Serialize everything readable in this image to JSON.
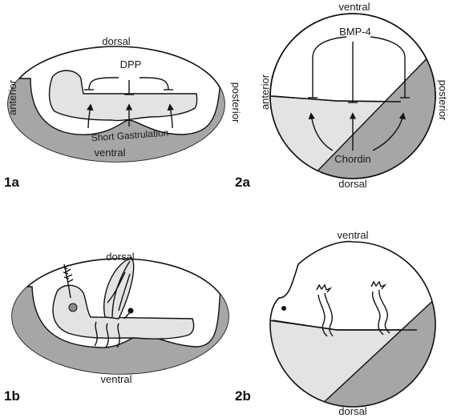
{
  "fig_1a": {
    "dorsal": "dorsal",
    "ventral": "ventral",
    "anterior": "anterior",
    "posterior": "posterior",
    "signal": "DPP",
    "antagonist": "Short Gastrulation",
    "panel": "1a"
  },
  "fig_2a": {
    "ventral": "ventral",
    "dorsal": "dorsal",
    "anterior": "anterior",
    "posterior": "posterior",
    "signal": "BMP-4",
    "antagonist": "Chordin",
    "panel": "2a"
  },
  "fig_1b": {
    "dorsal": "dorsal",
    "ventral": "ventral",
    "panel": "1b"
  },
  "fig_2b": {
    "ventral": "ventral",
    "dorsal": "dorsal",
    "panel": "2b"
  },
  "colors": {
    "dark_tissue": "#a6a6a6",
    "light_tissue": "#e3e3e3",
    "outline": "#111111"
  }
}
